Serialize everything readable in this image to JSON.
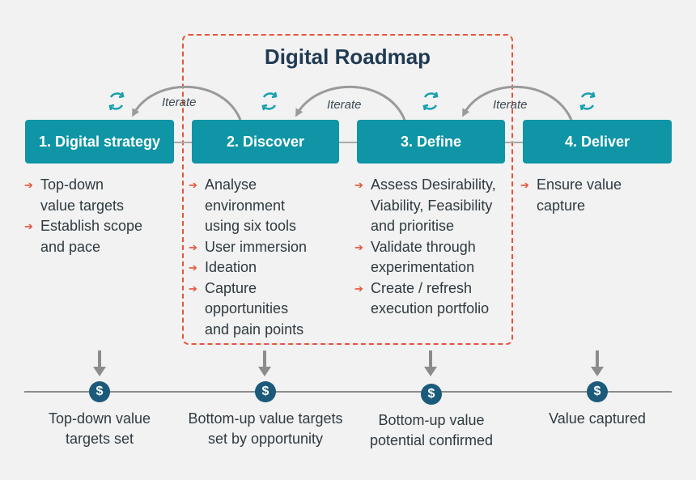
{
  "title": "Digital Roadmap",
  "iterate_label": "Iterate",
  "colors": {
    "step_box": "#0f95a5",
    "accent_dashed": "#e8533a",
    "dollar_circle": "#1b5a7a",
    "title": "#1f3a52"
  },
  "steps": [
    {
      "label": "1. Digital strategy",
      "bullets": [
        "Top-down\nvalue targets",
        "Establish scope\nand pace"
      ],
      "outcome": "Top-down value\ntargets set"
    },
    {
      "label": "2. Discover",
      "bullets": [
        "Analyse\nenvironment\nusing six tools",
        "User immersion",
        "Ideation",
        "Capture\nopportunities\nand pain points"
      ],
      "outcome": "Bottom-up value targets\nset by opportunity"
    },
    {
      "label": "3. Define",
      "bullets": [
        "Assess Desirability,\nViability, Feasibility\nand prioritise",
        "Validate through\nexperimentation",
        "Create / refresh\nexecution portfolio"
      ],
      "outcome": "Bottom-up value\npotential confirmed"
    },
    {
      "label": "4. Deliver",
      "bullets": [
        "Ensure value\ncapture"
      ],
      "outcome": "Value captured"
    }
  ],
  "dollar_symbol": "$",
  "icons": {
    "cycle": "refresh-cycle-icon",
    "bullet": "arrow-right-icon",
    "dollar": "dollar-icon",
    "down": "arrow-down-icon"
  }
}
